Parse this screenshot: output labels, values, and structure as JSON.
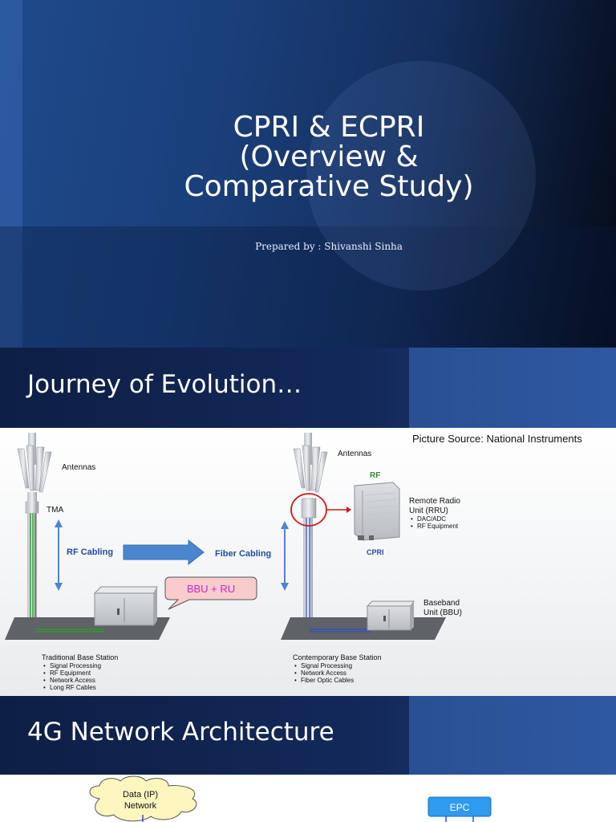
{
  "slide1": {
    "title_lines": [
      "CPRI & ECPRI",
      "(Overview &",
      "Comparative Study)"
    ],
    "author": "Prepared by : Shivanshi Sinha"
  },
  "slide2": {
    "heading": "Journey of Evolution…",
    "picture_source": "Picture Source: National Instruments",
    "left": {
      "antennas": "Antennas",
      "tma": "TMA",
      "rf_cabling": "RF Cabling",
      "callout": "BBU + RU",
      "caption": "Traditional Base Station",
      "bullets": [
        "Signal Processing",
        "RF Equipment",
        "Network Access",
        "Long RF Cables"
      ]
    },
    "right": {
      "antennas": "Antennas",
      "fiber_cabling": "Fiber  Cabling",
      "rf": "RF",
      "rru_title": [
        "Remote Radio",
        "Unit (RRU)"
      ],
      "rru_bullets": [
        "DAC/ADC",
        "RF Equipment"
      ],
      "cpri": "CPRI",
      "bbu": [
        "Baseband",
        "Unit (BBU)"
      ],
      "caption": "Contemporary Base Station",
      "bullets": [
        "Signal Processing",
        "Network Access",
        "Fiber Optic Cables"
      ]
    }
  },
  "slide3": {
    "heading": "4G Network Architecture",
    "cloud": [
      "Data (IP)",
      "Network"
    ],
    "epc": "EPC"
  },
  "colors": {
    "arrow_blue": "#4a86d0",
    "callout_fill": "#f9cccc",
    "callout_text": "#cc22cc",
    "rf_green": "#2e8b2e",
    "label_blue": "#1f4e9e",
    "cloud_fill": "#fff6bf",
    "epc_fill": "#2f9bf0",
    "circle_red": "#d01818"
  }
}
